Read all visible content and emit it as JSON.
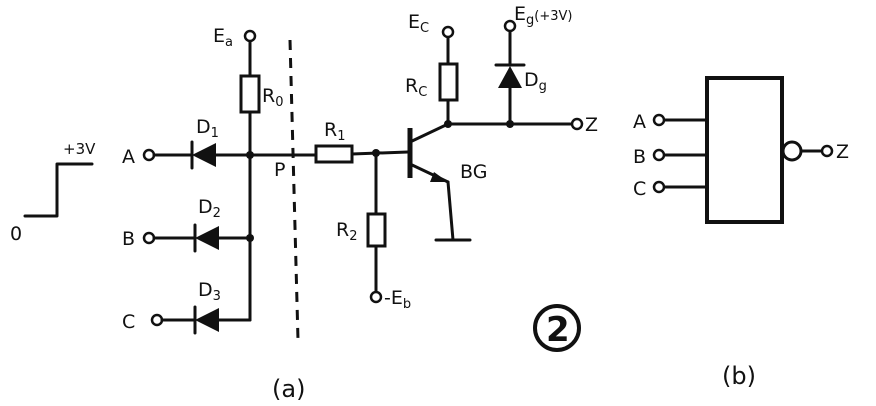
{
  "step_level": "+3V",
  "step_zero": "0",
  "supply": {
    "ea_main": "E",
    "ea_sub": "a",
    "ec_main": "E",
    "ec_sub": "C",
    "eg_main": "E",
    "eg_sub": "g",
    "eg_note": "(+3V)",
    "eb": "-E",
    "eb_sub": "b"
  },
  "inputs": [
    "A",
    "B",
    "C"
  ],
  "output": "Z",
  "diodes": {
    "d1": "D",
    "d1_sub": "1",
    "d2": "D",
    "d2_sub": "2",
    "d3": "D",
    "d3_sub": "3",
    "dg": "D",
    "dg_sub": "g"
  },
  "resistors": {
    "r0": "R",
    "r0_sub": "0",
    "r1": "R",
    "r1_sub": "1",
    "r2": "R",
    "r2_sub": "2",
    "rc": "R",
    "rc_sub": "C"
  },
  "node_p": "P",
  "transistor": "BG",
  "figure_number": "2",
  "caption_a": "(a)",
  "caption_b": "(b)",
  "gate_inputs": [
    "A",
    "B",
    "C"
  ],
  "gate_output": "Z"
}
